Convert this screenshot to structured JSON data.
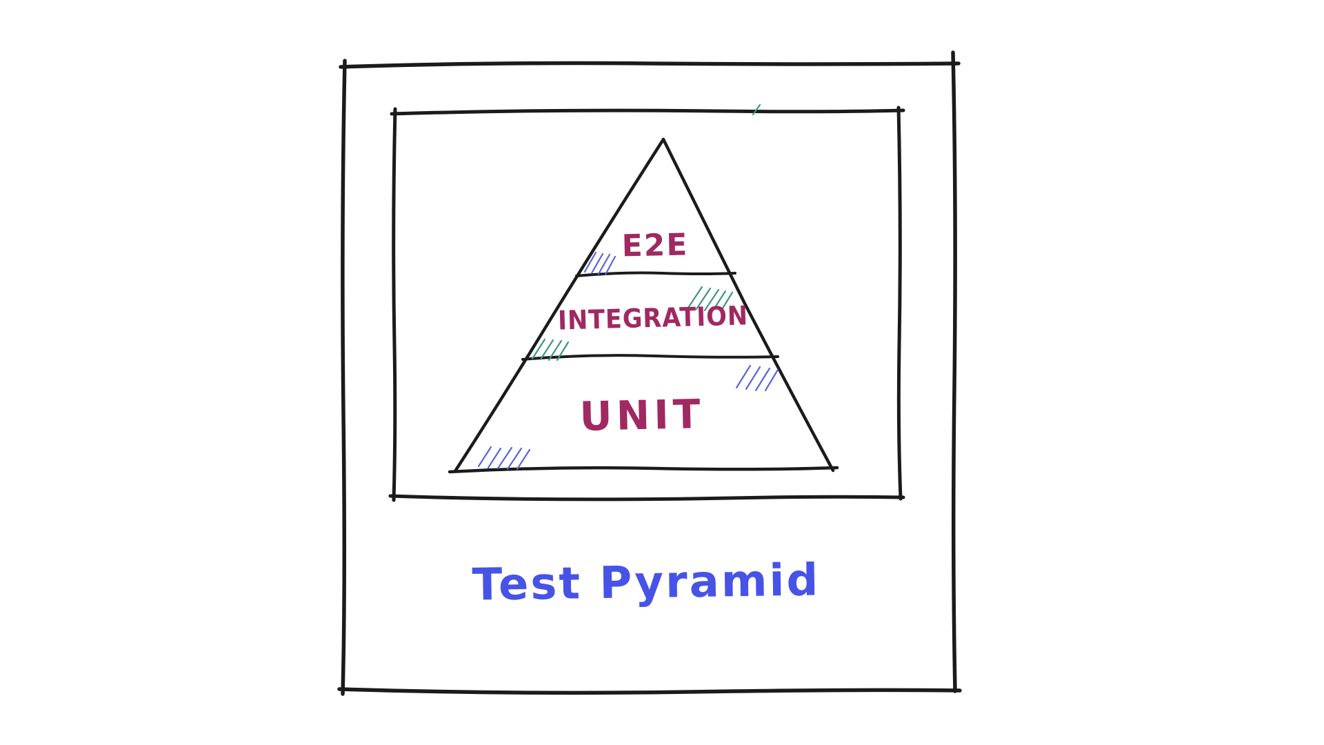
{
  "diagram": {
    "caption": "Test Pyramid",
    "pyramid": {
      "layers": [
        {
          "label": "E2E"
        },
        {
          "label": "INTEGRATION"
        },
        {
          "label": "UNIT"
        }
      ]
    },
    "decorations": [
      {
        "name": "hatch-mark-e2e-left",
        "color": "#5864dd"
      },
      {
        "name": "hatch-mark-integration-right",
        "color": "#3d9487"
      },
      {
        "name": "hatch-mark-integration-left",
        "color": "#3d9487"
      },
      {
        "name": "hatch-mark-unit-right",
        "color": "#5864dd"
      },
      {
        "name": "hatch-mark-unit-bottom-left",
        "color": "#5864dd"
      },
      {
        "name": "pen-slip-tick",
        "color": "#3d9487"
      }
    ],
    "colors": {
      "ink": "#1b1b1b",
      "layer_label": "#a02962",
      "caption": "#4753e6",
      "hatch_teal": "#3d9487",
      "hatch_blue": "#5864dd",
      "background": "#ffffff"
    }
  }
}
